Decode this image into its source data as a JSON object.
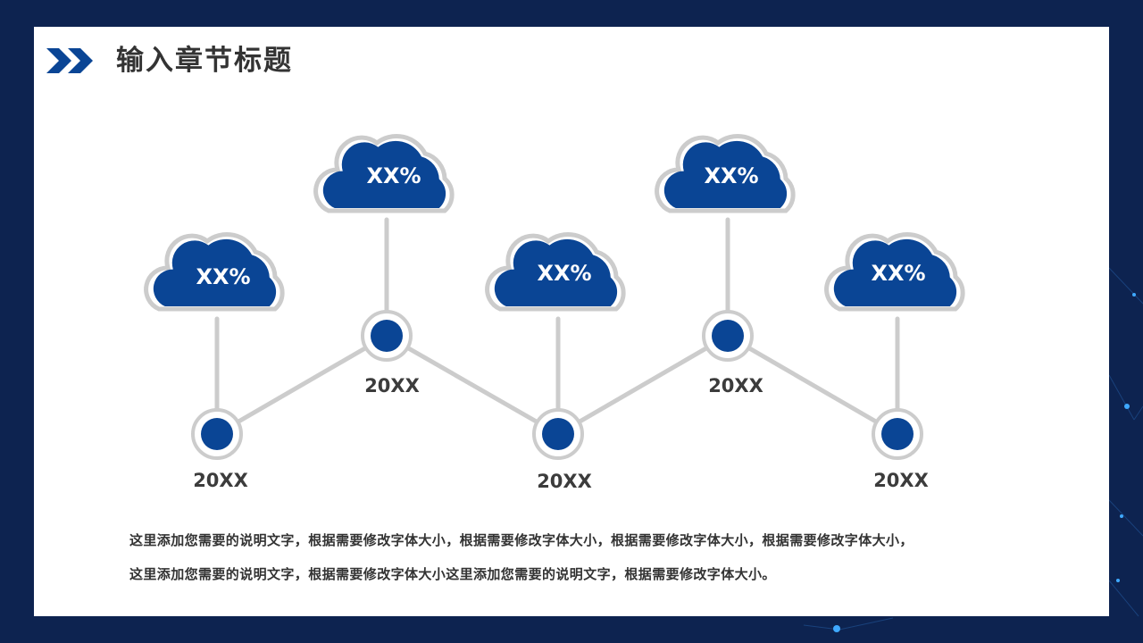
{
  "title": "输入章节标题",
  "milestones": [
    {
      "percent": "XX%",
      "year": "20XX"
    },
    {
      "percent": "XX%",
      "year": "20XX"
    },
    {
      "percent": "XX%",
      "year": "20XX"
    },
    {
      "percent": "XX%",
      "year": "20XX"
    },
    {
      "percent": "XX%",
      "year": "20XX"
    }
  ],
  "description": {
    "line1": "这里添加您需要的说明文字，根据需要修改字体大小，根据需要修改字体大小，根据需要修改字体大小，根据需要修改字体大小，",
    "line2": "这里添加您需要的说明文字，根据需要修改字体大小这里添加您需要的说明文字，根据需要修改字体大小。"
  },
  "colors": {
    "background": "#0d2350",
    "accent": "#0a4595",
    "connector": "#cccccc",
    "text": "#333333"
  }
}
